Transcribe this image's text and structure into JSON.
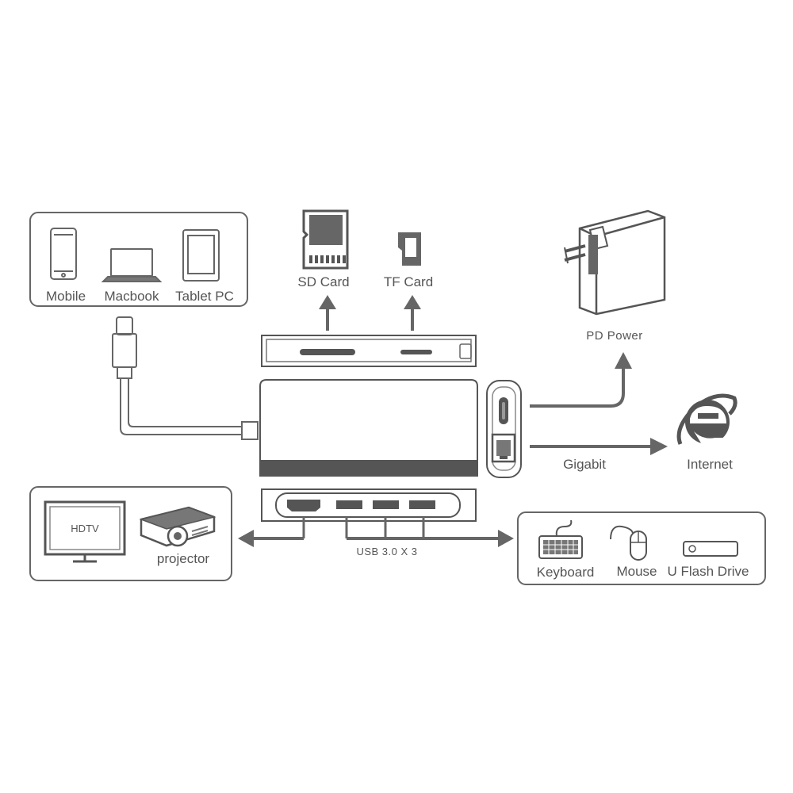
{
  "source_devices": {
    "mobile": "Mobile",
    "macbook": "Macbook",
    "tablet": "Tablet PC"
  },
  "cards": {
    "sd": "SD Card",
    "tf": "TF Card"
  },
  "power": {
    "label": "PD  Power"
  },
  "network": {
    "gigabit": "Gigabit",
    "internet": "Internet"
  },
  "display": {
    "hdtv": "HDTV",
    "projector": "projector"
  },
  "usb": {
    "label": "USB 3.0 X 3"
  },
  "peripherals": {
    "keyboard": "Keyboard",
    "mouse": "Mouse",
    "flash": "U Flash Drive"
  },
  "colors": {
    "stroke": "#555555",
    "arrow": "#666666",
    "hub_dark": "#555555",
    "ie_blue": "#555555"
  }
}
